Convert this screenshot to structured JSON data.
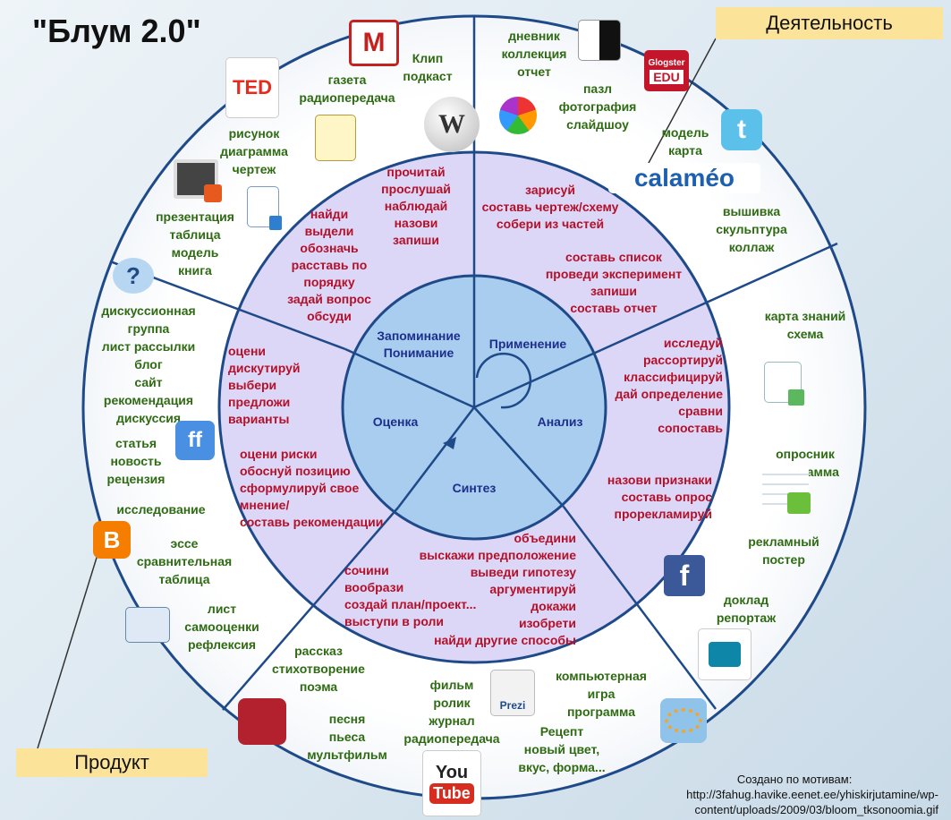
{
  "title": "\"Блум 2.0\"",
  "tags": {
    "activity": "Деятельность",
    "product": "Продукт"
  },
  "credit": [
    "Создано по мотивам:",
    "http://3fahug.havike.eenet.ee/yhiskirjutamine/wp-",
    "content/uploads/2009/03/bloom_tksonoomia.gif"
  ],
  "colors": {
    "inner": "#a9cdee",
    "middle": "#ddd7f7",
    "outer": "#ffffff",
    "verbs": "#b3102a",
    "products": "#2e6b12",
    "levels": "#1d2e8c",
    "tag": "#fbe39a"
  },
  "levels": [
    {
      "id": "remember",
      "label": [
        "Запоминание",
        "Понимание"
      ]
    },
    {
      "id": "apply",
      "label": [
        "Применение"
      ]
    },
    {
      "id": "analyze",
      "label": [
        "Анализ"
      ]
    },
    {
      "id": "synthesis",
      "label": [
        "Синтез"
      ]
    },
    {
      "id": "evaluate",
      "label": [
        "Оценка"
      ]
    }
  ],
  "verbs": [
    [
      "прочитай",
      "прослушай",
      "наблюдай",
      "назови",
      "запиши"
    ],
    [
      "найди",
      "выдели",
      "обозначь",
      "расставь по",
      "порядку",
      "задай вопрос",
      "обсуди"
    ],
    [
      "зарисуй",
      "составь чертеж/схему",
      "собери из частей"
    ],
    [
      "составь список",
      "проведи эксперимент",
      "запиши",
      "составь отчет"
    ],
    [
      "исследуй",
      "рассортируй",
      "классифицируй",
      "дай определение",
      "сравни",
      "сопоставь"
    ],
    [
      "назови признаки",
      "составь опрос",
      "прорекламируй"
    ],
    [
      "объедини",
      "выскажи предположение",
      "выведи гипотезу",
      "аргументируй",
      "докажи",
      "изобрети",
      "найди другие способы"
    ],
    [
      "сочини",
      "вообрази",
      "создай план/проект...",
      "выступи в роли"
    ],
    [
      "оцени",
      "дискутируй",
      "выбери",
      "предложи",
      "варианты"
    ],
    [
      "оцени риски",
      "обоснуй позицию",
      "сформулируй свое",
      "мнение/",
      "составь рекомендации"
    ]
  ],
  "products": [
    [
      "Клип",
      "подкаст"
    ],
    [
      "газета",
      "радиопередача"
    ],
    [
      "рисунок",
      "диаграмма",
      "чертеж"
    ],
    [
      "презентация",
      "таблица",
      "модель",
      "книга"
    ],
    [
      "дневник",
      "коллекция",
      "отчет"
    ],
    [
      "пазл",
      "фотография",
      "слайдшоу"
    ],
    [
      "модель",
      "карта"
    ],
    [
      "вышивка",
      "скульптура",
      "коллаж"
    ],
    [
      "карта знаний",
      "схема"
    ],
    [
      "опросник",
      "диаграмма"
    ],
    [
      "рекламный",
      "постер"
    ],
    [
      "доклад",
      "репортаж"
    ],
    [
      "компьютерная",
      "игра",
      "программа"
    ],
    [
      "Рецепт",
      "новый цвет,",
      "вкус, форма..."
    ],
    [
      "фильм",
      "ролик",
      "журнал",
      "радиопередача"
    ],
    [
      "песня",
      "пьеса",
      "мультфильм"
    ],
    [
      "рассказ",
      "стихотворение",
      "поэма"
    ],
    [
      "лист",
      "самооценки",
      "рефлексия"
    ],
    [
      "эссе",
      "сравнительная",
      "таблица"
    ],
    [
      "исследование"
    ],
    [
      "статья",
      "новость",
      "рецензия"
    ],
    [
      "дискуссионная",
      "группа",
      "лист рассылки",
      "блог",
      "сайт",
      "рекомендация",
      "дискуссия"
    ]
  ],
  "icons": [
    "ted-icon",
    "gmail-icon",
    "wikipedia-icon",
    "delicious-icon",
    "glogster-icon",
    "picasa-icon",
    "twitter-icon",
    "calameo-logo",
    "notes-icon",
    "video-slide-icon",
    "document-icon",
    "question-bubble-icon",
    "friendfeed-icon",
    "blogger-icon",
    "spreadsheet-icon",
    "checklist-icon",
    "facebook-icon",
    "slideshare-icon",
    "community-icon",
    "prezi-icon",
    "youtube-icon",
    "cards-icon",
    "scribble-icon"
  ],
  "icon_text": {
    "ted": "TED",
    "gmail": "M",
    "glogster_top": "Glogster",
    "glogster_edu": "EDU",
    "calameo": "calaméo",
    "twitter": "t",
    "facebook": "f",
    "friendfeed": "ff",
    "blogger": "B",
    "youtube_you": "You",
    "youtube_tube": "Tube",
    "prezi": "Prezi",
    "wiki": "W"
  }
}
